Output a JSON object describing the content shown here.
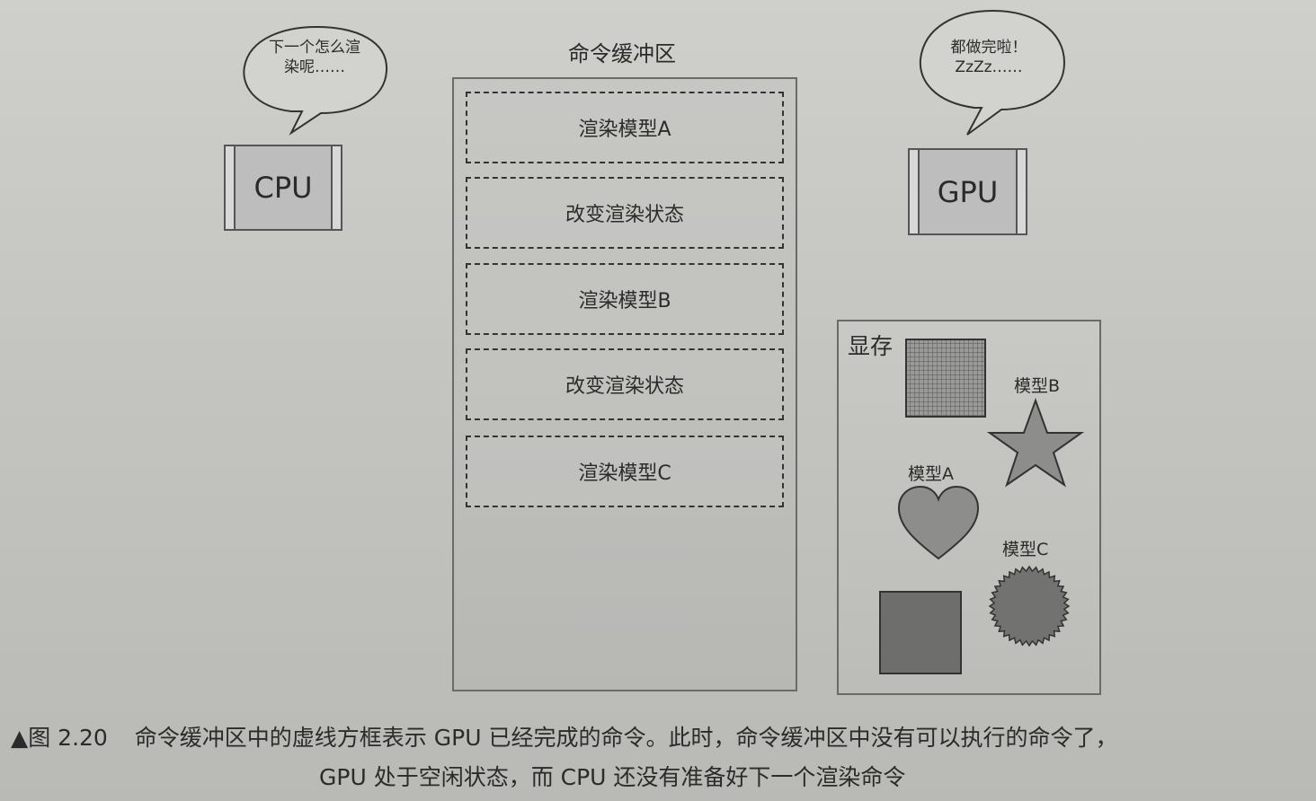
{
  "cpu": {
    "label": "CPU",
    "thought": [
      "下一个怎么渲",
      "染呢……"
    ]
  },
  "gpu": {
    "label": "GPU",
    "thought": [
      "都做完啦！",
      "ZzZz……"
    ]
  },
  "buffer": {
    "title": "命令缓冲区",
    "commands": [
      "渲染模型A",
      "改变渲染状态",
      "渲染模型B",
      "改变渲染状态",
      "渲染模型C"
    ]
  },
  "vram": {
    "title": "显存",
    "labels": {
      "model_b": "模型B",
      "model_a": "模型A",
      "model_c": "模型C"
    }
  },
  "caption": {
    "figure": "▲图 2.20",
    "line1": "命令缓冲区中的虚线方框表示 GPU 已经完成的命令。此时，命令缓冲区中没有可以执行的命令了，",
    "line2": "GPU 处于空闲状态，而 CPU 还没有准备好下一个渲染命令"
  },
  "colors": {
    "paper": "#c8c8c4",
    "ink": "#2b2b2b",
    "shape_fill": "#8a8a8a"
  }
}
